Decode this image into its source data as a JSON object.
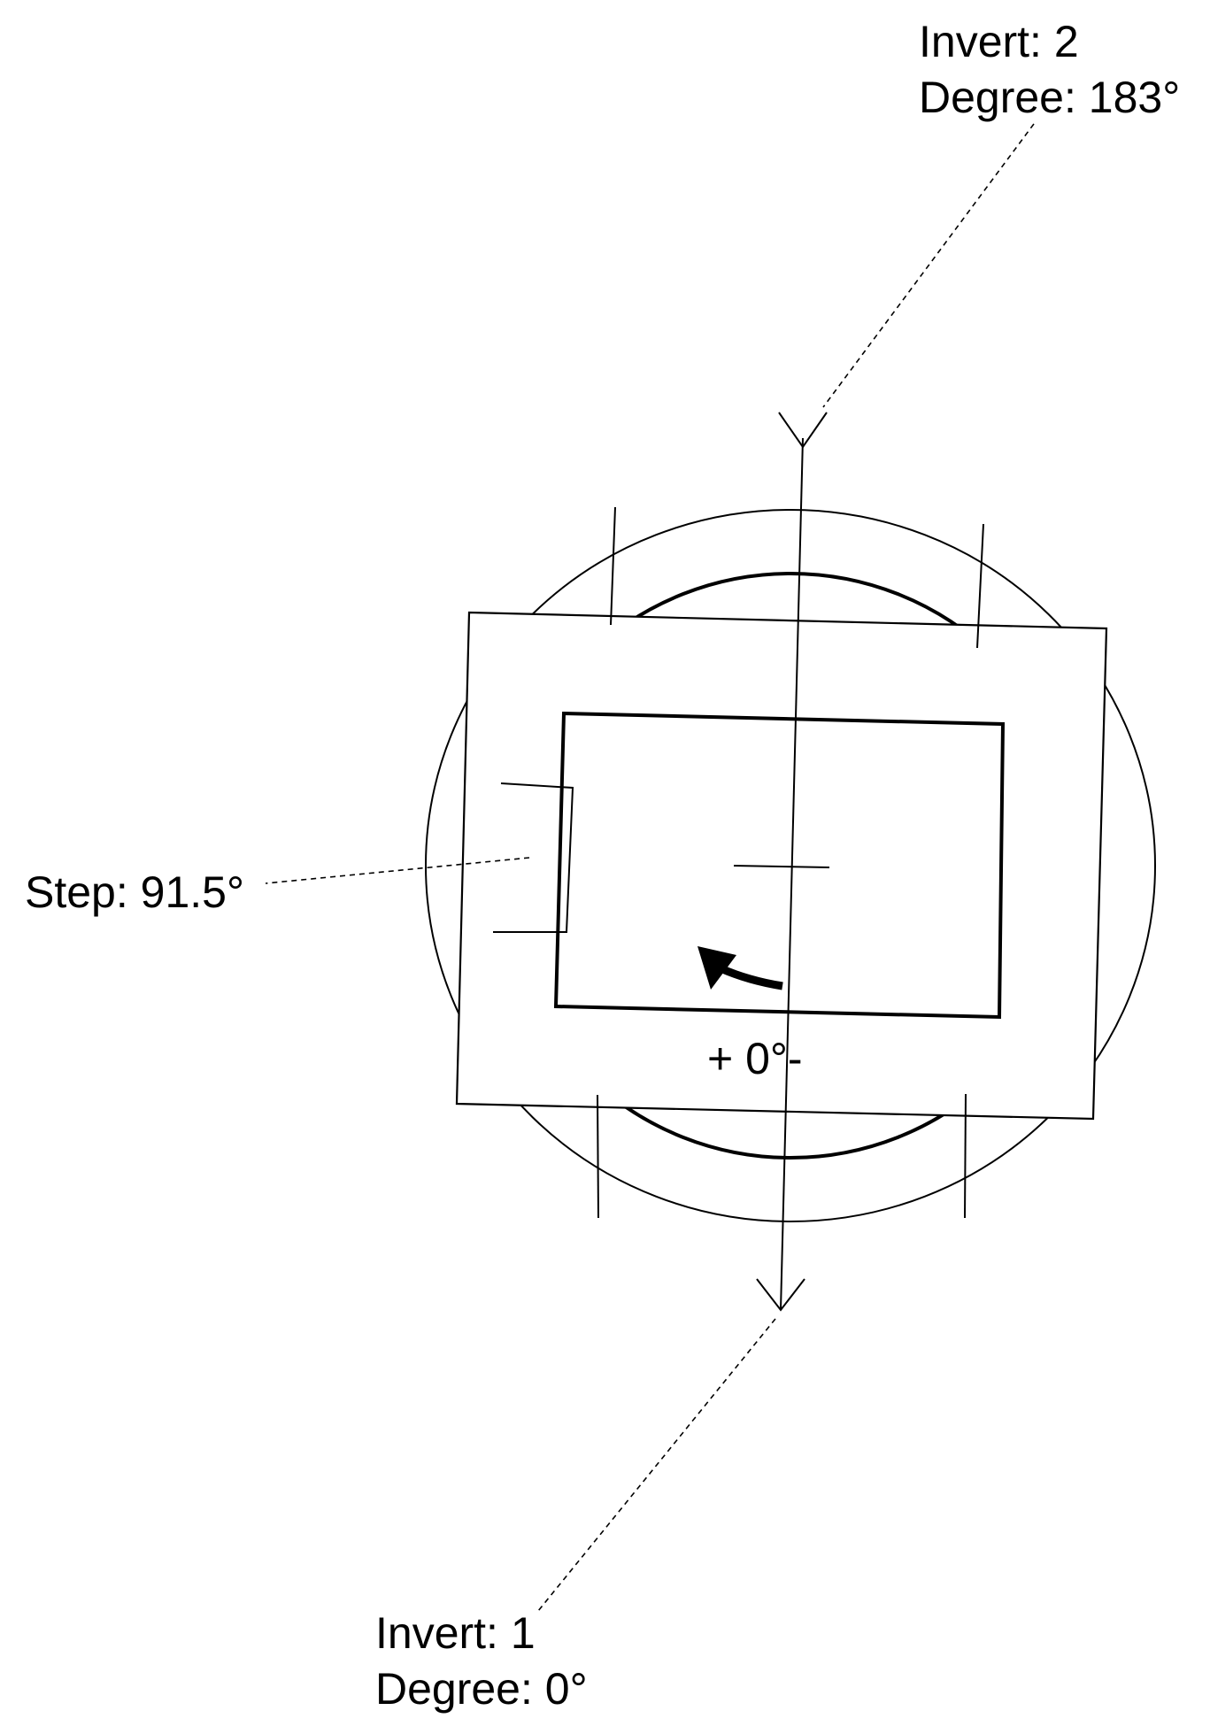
{
  "labels": {
    "invert_top": "Invert: 2",
    "degree_top": "Degree: 183°",
    "step": "Step: 91.5°",
    "rotation": "+ 0°-",
    "invert_bottom": "Invert: 1",
    "degree_bottom": "Degree: 0°"
  },
  "colors": {
    "ink": "#000000",
    "background": "#ffffff"
  },
  "icons": {
    "rotation_arrow": "curved-arrow-icon"
  }
}
